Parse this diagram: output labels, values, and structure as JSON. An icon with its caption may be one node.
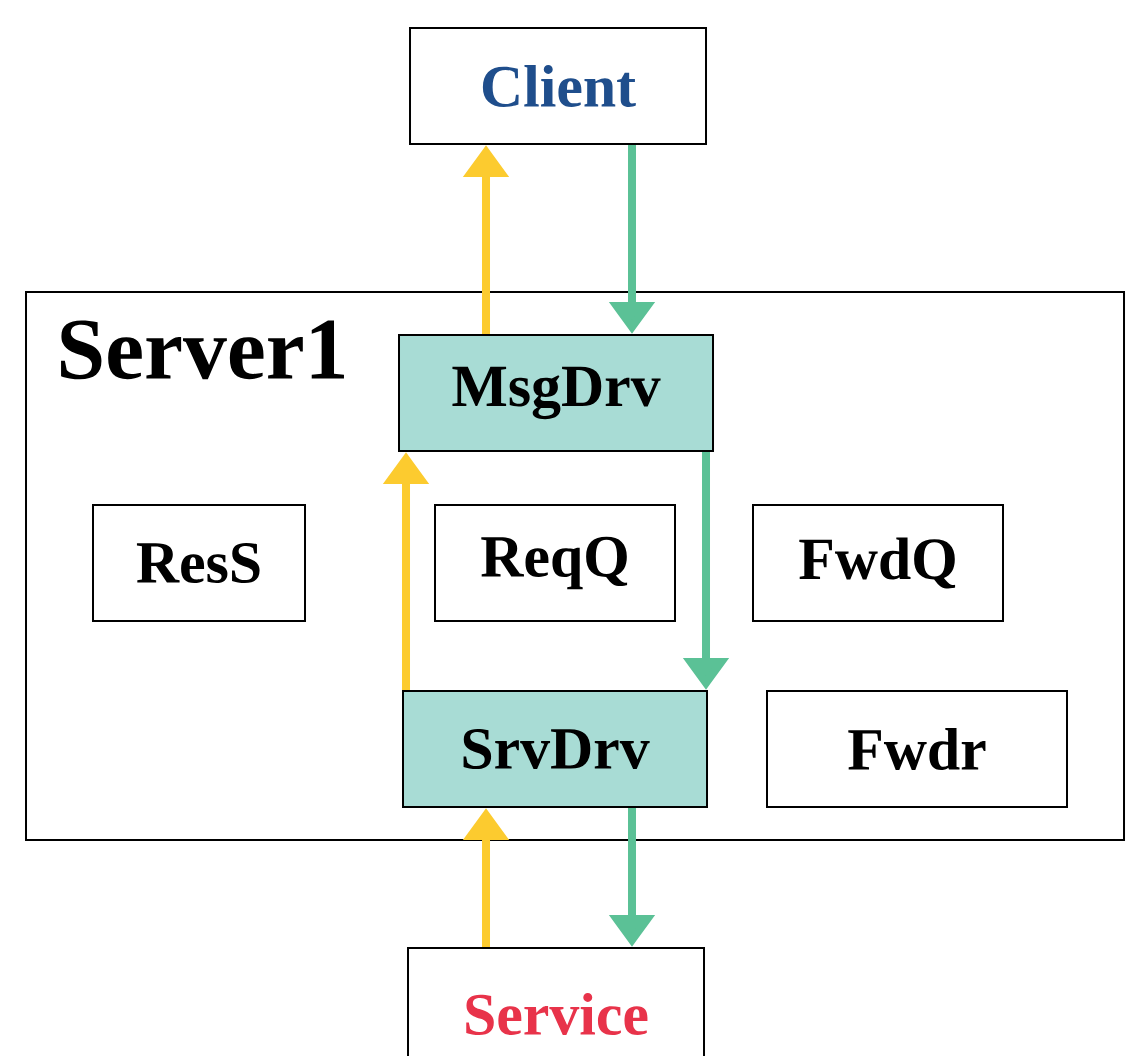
{
  "diagram": {
    "nodes": [
      {
        "text": [
          "Server1"
        ]
      },
      {
        "text": [
          "Client"
        ]
      },
      {
        "text": [
          "MsgDrv"
        ],
        "in": 0
      },
      {
        "text": [
          "ResS"
        ],
        "in": 0
      },
      {
        "text": [
          "ReqQ"
        ],
        "in": 0
      },
      {
        "text": [
          "FwdQ"
        ],
        "in": 0
      },
      {
        "text": [
          "SrvDrv"
        ],
        "in": 0
      },
      {
        "text": [
          "Fwdr"
        ],
        "in": 0
      },
      {
        "text": [
          "Service"
        ]
      }
    ],
    "edges": [
      {
        "from": 2,
        "to": 1,
        "arrow": "to",
        "color": "#fccb2f"
      },
      {
        "from": 1,
        "to": 2,
        "arrow": "to",
        "color": "#5bc196"
      },
      {
        "from": 2,
        "to": 6,
        "arrow": "to",
        "color": "#5bc196"
      },
      {
        "from": 6,
        "to": 2,
        "arrow": "to",
        "color": "#fccb2f"
      },
      {
        "from": 8,
        "to": 6,
        "arrow": "to",
        "color": "#fccb2f"
      },
      {
        "from": 6,
        "to": 8,
        "arrow": "to",
        "color": "#5bc196"
      }
    ]
  }
}
